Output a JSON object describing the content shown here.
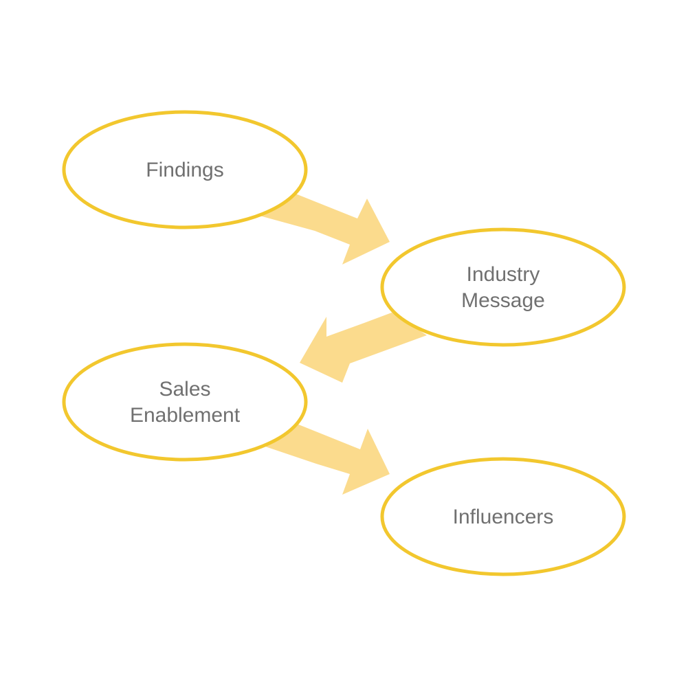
{
  "diagram": {
    "colors": {
      "ellipse_stroke": "#F2C72E",
      "ellipse_fill": "#FFFFFF",
      "arrow_fill": "#FBDB8D",
      "label_color": "#707070"
    },
    "nodes": [
      {
        "id": "findings",
        "lines": [
          "Findings"
        ]
      },
      {
        "id": "industry-message",
        "lines": [
          "Industry",
          "Message"
        ]
      },
      {
        "id": "sales-enablement",
        "lines": [
          "Sales",
          "Enablement"
        ]
      },
      {
        "id": "influencers",
        "lines": [
          "Influencers"
        ]
      }
    ],
    "arrows": [
      {
        "from": "findings",
        "to": "industry-message"
      },
      {
        "from": "industry-message",
        "to": "sales-enablement"
      },
      {
        "from": "sales-enablement",
        "to": "influencers"
      }
    ]
  }
}
